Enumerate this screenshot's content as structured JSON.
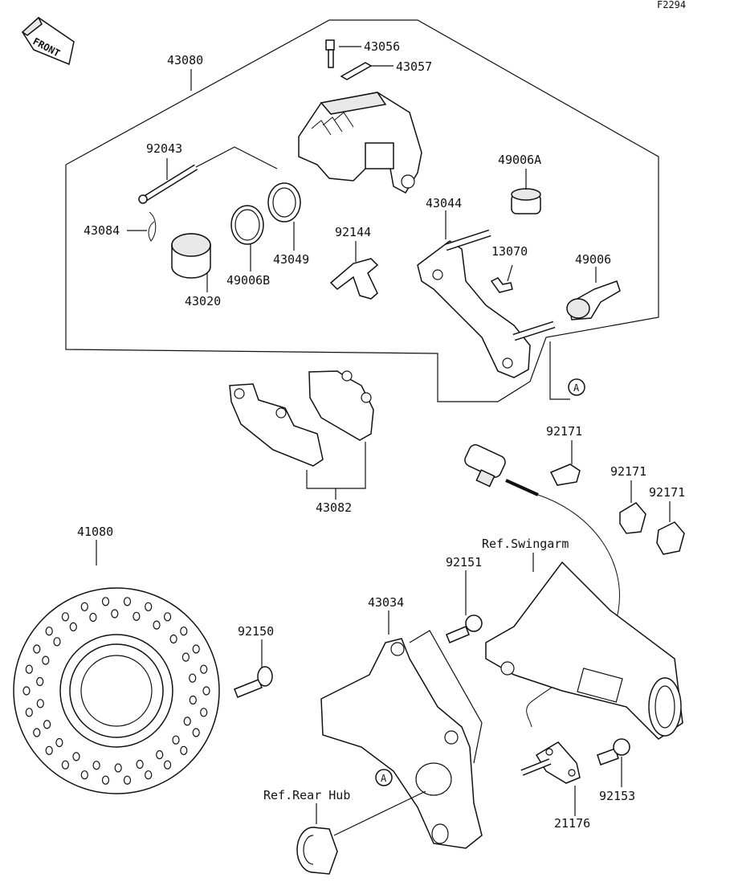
{
  "figure_code": "F2294",
  "front_badge": "FRONT",
  "callout_a": "A",
  "parts": {
    "p43080": "43080",
    "p43056": "43056",
    "p43057": "43057",
    "p92043": "92043",
    "p49006A": "49006A",
    "p43044": "43044",
    "p92144": "92144",
    "p13070": "13070",
    "p49006": "49006",
    "p43084": "43084",
    "p43049": "43049",
    "p49006B": "49006B",
    "p43020": "43020",
    "p43082": "43082",
    "p92171a": "92171",
    "p92171b": "92171",
    "p92171c": "92171",
    "p41080": "41080",
    "p92151": "92151",
    "p43034": "43034",
    "p92150": "92150",
    "p92153": "92153",
    "p21176": "21176"
  },
  "refs": {
    "swingarm": "Ref.Swingarm",
    "rear_hub": "Ref.Rear Hub"
  }
}
